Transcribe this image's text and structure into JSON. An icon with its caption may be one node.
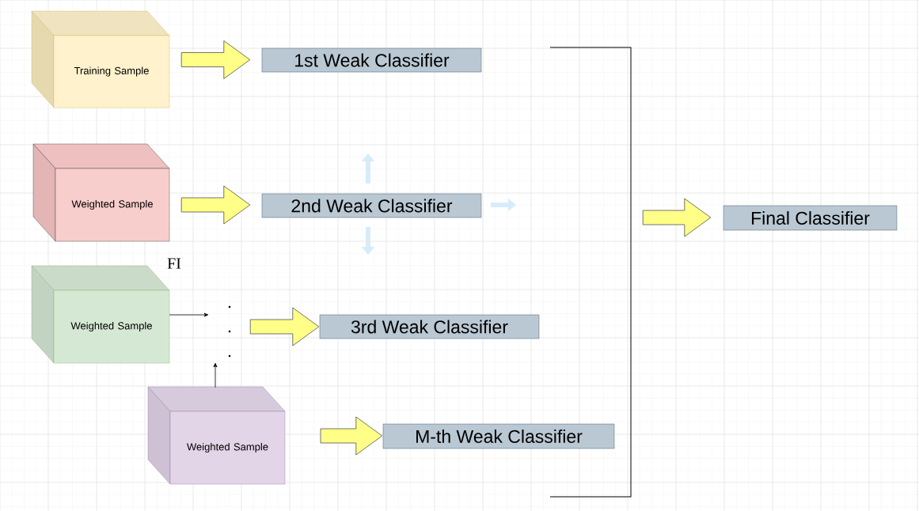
{
  "diagram": {
    "nodes": [
      {
        "text": [
          "Training Sample"
        ]
      },
      {
        "text": [
          "1st Weak Classifier"
        ]
      },
      {
        "text": [
          "Weighted Sample"
        ]
      },
      {
        "text": [
          "2nd Weak Classifier"
        ]
      },
      {
        "text": [
          "Weighted Sample"
        ]
      },
      {
        "text": [],
        "shape": "dots"
      },
      {
        "text": [
          "3rd Weak Classifier"
        ]
      },
      {
        "text": [
          "Weighted Sample"
        ]
      },
      {
        "text": [
          "M-th Weak Classifier"
        ]
      },
      {
        "text": [],
        "shape": "bracket"
      },
      {
        "text": [
          "Final Classifier"
        ]
      }
    ],
    "edges": [
      {
        "from": 0,
        "to": 1,
        "arrow": "to"
      },
      {
        "from": 2,
        "to": 3,
        "arrow": "to"
      },
      {
        "from": 4,
        "to": 5,
        "arrow": "to",
        "color": "#000000"
      },
      {
        "from": 7,
        "to": 5,
        "arrow": "to",
        "color": "#000000"
      },
      {
        "from": 5,
        "to": 6,
        "arrow": "to"
      },
      {
        "from": null,
        "to": 8,
        "arrow": "to"
      },
      {
        "from": 9,
        "to": 10,
        "arrow": "to"
      }
    ],
    "labels": [
      "FI"
    ]
  }
}
